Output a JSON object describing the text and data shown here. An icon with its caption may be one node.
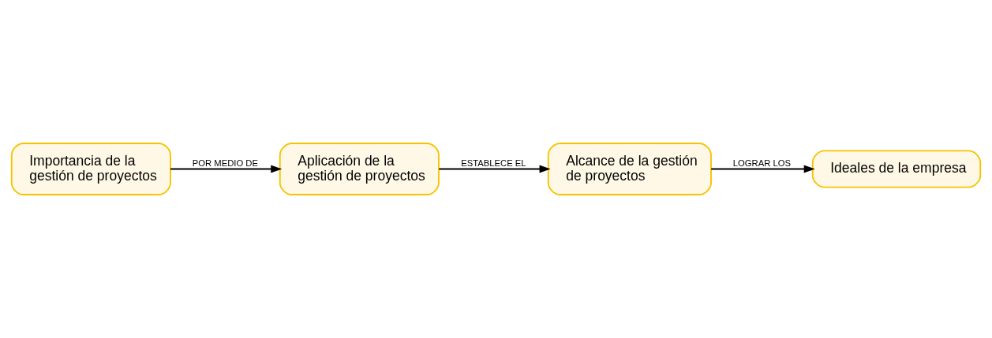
{
  "diagram": {
    "nodes": [
      {
        "text": [
          "Importancia de la gestión de proyectos"
        ]
      },
      {
        "text": [
          "Aplicación de la gestión de proyectos"
        ]
      },
      {
        "text": [
          "Alcance de la gestión de proyectos"
        ]
      },
      {
        "text": [
          "Ideales de la empresa"
        ]
      }
    ],
    "edges": [
      {
        "from": 0,
        "to": 1,
        "arrow": "to",
        "label": "POR MEDIO DE"
      },
      {
        "from": 1,
        "to": 2,
        "arrow": "to",
        "label": "ESTABLECE EL"
      },
      {
        "from": 2,
        "to": 3,
        "arrow": "to",
        "label": "LOGRAR LOS"
      }
    ]
  }
}
